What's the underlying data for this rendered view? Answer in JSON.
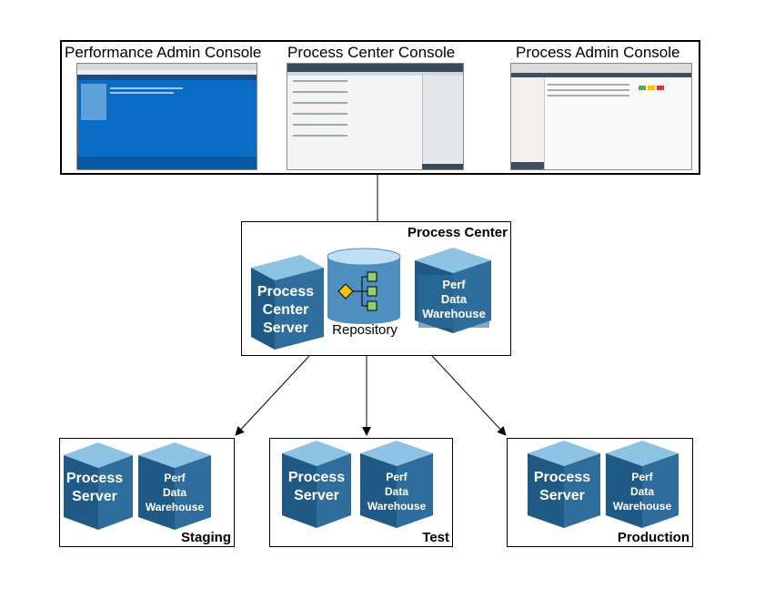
{
  "consoles": {
    "performance_admin": "Performance Admin Console",
    "process_center": "Process Center Console",
    "process_admin": "Process Admin Console"
  },
  "process_center": {
    "title": "Process Center",
    "server_line1": "Process",
    "server_line2": "Center",
    "server_line3": "Server",
    "repository": "Repository",
    "pdw_line1": "Perf",
    "pdw_line2": "Data",
    "pdw_line3": "Warehouse"
  },
  "environments": [
    {
      "name": "Staging",
      "server_line1": "Process",
      "server_line2": "Server",
      "pdw_line1": "Perf",
      "pdw_line2": "Data",
      "pdw_line3": "Warehouse"
    },
    {
      "name": "Test",
      "server_line1": "Process",
      "server_line2": "Server",
      "pdw_line1": "Perf",
      "pdw_line2": "Data",
      "pdw_line3": "Warehouse"
    },
    {
      "name": "Production",
      "server_line1": "Process",
      "server_line2": "Server",
      "pdw_line1": "Perf",
      "pdw_line2": "Data",
      "pdw_line3": "Warehouse"
    }
  ],
  "colors": {
    "cube_front": "#2f6e9c",
    "cube_top": "#8fc3e4",
    "cube_side": "#1f5a86",
    "perf_blue": "#0a6cc4"
  }
}
